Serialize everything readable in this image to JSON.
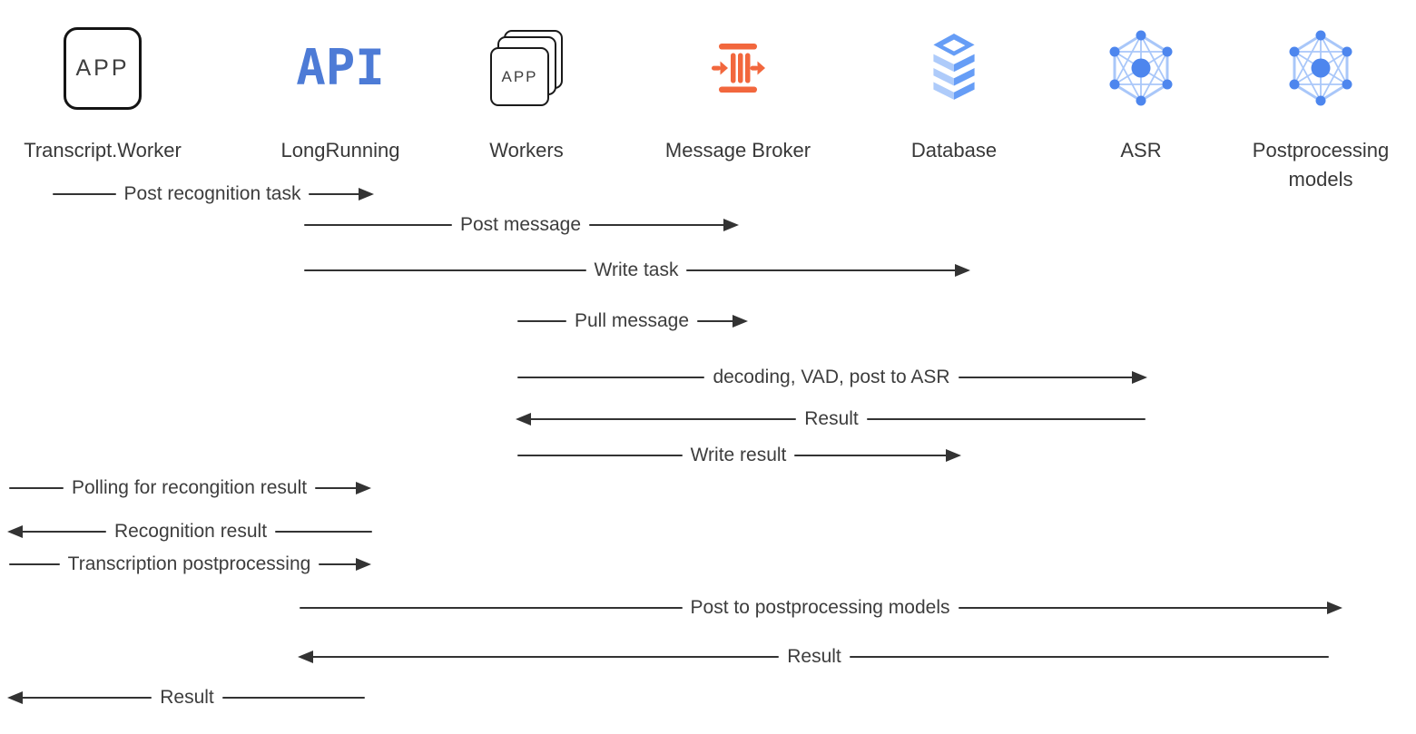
{
  "colors": {
    "background": "#ffffff",
    "text": "#3d3d3d",
    "arrow": "#333333",
    "api_blue": "#4d7bd6",
    "broker_orange": "#f2673d",
    "db_blue_mid": "#669df6",
    "db_blue_light": "#aecbfa",
    "net_node_blue": "#4d86ee",
    "net_line_blue": "#a9c7f9",
    "icon_outline": "#141414"
  },
  "actors": [
    {
      "id": "transcript-worker",
      "label": "Transcript.Worker",
      "icon": "app-box-icon",
      "icon_text": "APP"
    },
    {
      "id": "longrunning",
      "label": "LongRunning",
      "icon": "api-logo-icon",
      "icon_text": "API"
    },
    {
      "id": "workers",
      "label": "Workers",
      "icon": "app-stack-icon",
      "icon_text": "APP"
    },
    {
      "id": "message-broker",
      "label": "Message Broker",
      "icon": "message-broker-icon"
    },
    {
      "id": "database",
      "label": "Database",
      "icon": "database-icon"
    },
    {
      "id": "asr",
      "label": "ASR",
      "icon": "neural-network-icon"
    },
    {
      "id": "postprocessing-models",
      "label": "Postprocessing models",
      "icon": "neural-network-icon"
    }
  ],
  "messages": [
    {
      "label": "Post recognition task",
      "from": "Transcript.Worker",
      "to": "LongRunning",
      "direction": "right"
    },
    {
      "label": "Post message",
      "from": "LongRunning",
      "to": "Message Broker",
      "direction": "right"
    },
    {
      "label": "Write task",
      "from": "LongRunning",
      "to": "Database",
      "direction": "right"
    },
    {
      "label": "Pull message",
      "from": "Workers",
      "to": "Message Broker",
      "direction": "right"
    },
    {
      "label": "decoding, VAD, post to ASR",
      "from": "Workers",
      "to": "ASR",
      "direction": "right"
    },
    {
      "label": "Result",
      "from": "ASR",
      "to": "Workers",
      "direction": "left"
    },
    {
      "label": "Write result",
      "from": "Workers",
      "to": "Database",
      "direction": "right"
    },
    {
      "label": "Polling for recongition result",
      "from": "Transcript.Worker",
      "to": "LongRunning",
      "direction": "right"
    },
    {
      "label": "Recognition result",
      "from": "LongRunning",
      "to": "Transcript.Worker",
      "direction": "left"
    },
    {
      "label": "Transcription postprocessing",
      "from": "Transcript.Worker",
      "to": "LongRunning",
      "direction": "right"
    },
    {
      "label": "Post to postprocessing models",
      "from": "LongRunning",
      "to": "Postprocessing models",
      "direction": "right"
    },
    {
      "label": "Result",
      "from": "Postprocessing models",
      "to": "LongRunning",
      "direction": "left"
    },
    {
      "label": "Result",
      "from": "LongRunning",
      "to": "Transcript.Worker",
      "direction": "left"
    }
  ]
}
